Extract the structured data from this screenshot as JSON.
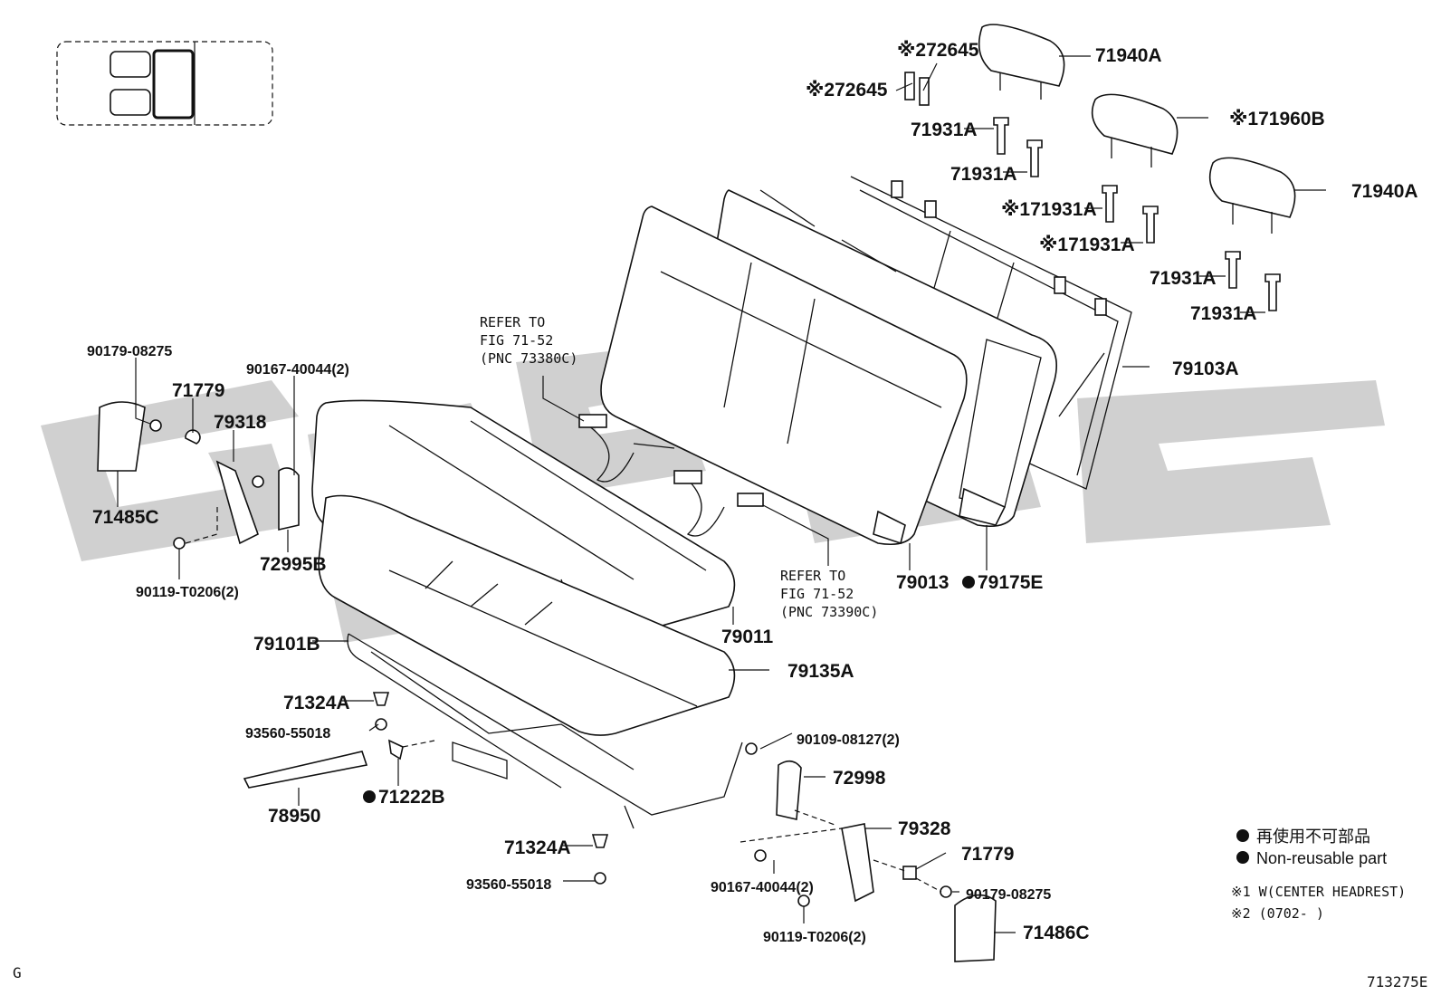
{
  "corner_letter": "G",
  "diagram_code": "713275E",
  "labels": {
    "l72645a": "※272645",
    "l72645b": "※272645",
    "l71940a_top": "71940A",
    "l71960b": "※171960B",
    "l71940a_right": "71940A",
    "l71931a_1": "71931A",
    "l71931a_2": "71931A",
    "l71931a_3": "※171931A",
    "l71931a_4": "※171931A",
    "l71931a_5": "71931A",
    "l71931a_6": "71931A",
    "l79103a": "79103A",
    "l79013": "79013",
    "l79175e": "79175E",
    "l79011": "79011",
    "l79135a": "79135A",
    "l79101b": "79101B",
    "l90179_left": "90179-08275",
    "l71779_left": "71779",
    "l79318": "79318",
    "l90167_left": "90167-40044(2)",
    "l71485c": "71485C",
    "l72995b": "72995B",
    "l90119_left": "90119-T0206(2)",
    "l71324a_top": "71324A",
    "l93560_top": "93560-55018",
    "l71222b": "71222B",
    "l78950": "78950",
    "l71324a_bot": "71324A",
    "l93560_bot": "93560-55018",
    "l90109": "90109-08127(2)",
    "l72998": "72998",
    "l79328": "79328",
    "l71779_right": "71779",
    "l90179_right": "90179-08275",
    "l90167_right": "90167-40044(2)",
    "l90119_right": "90119-T0206(2)",
    "l71486c": "71486C"
  },
  "refer_top": {
    "line1": "REFER TO",
    "line2": "FIG 71-52",
    "line3": "(PNC 73380C)"
  },
  "refer_bottom": {
    "line1": "REFER TO",
    "line2": "FIG 71-52",
    "line3": "(PNC 73390C)"
  },
  "legend": {
    "jp": "再使用不可部品",
    "en": "Non-reusable part",
    "note1": "※1 W(CENTER HEADREST)",
    "note2": "※2 (0702-      )"
  }
}
